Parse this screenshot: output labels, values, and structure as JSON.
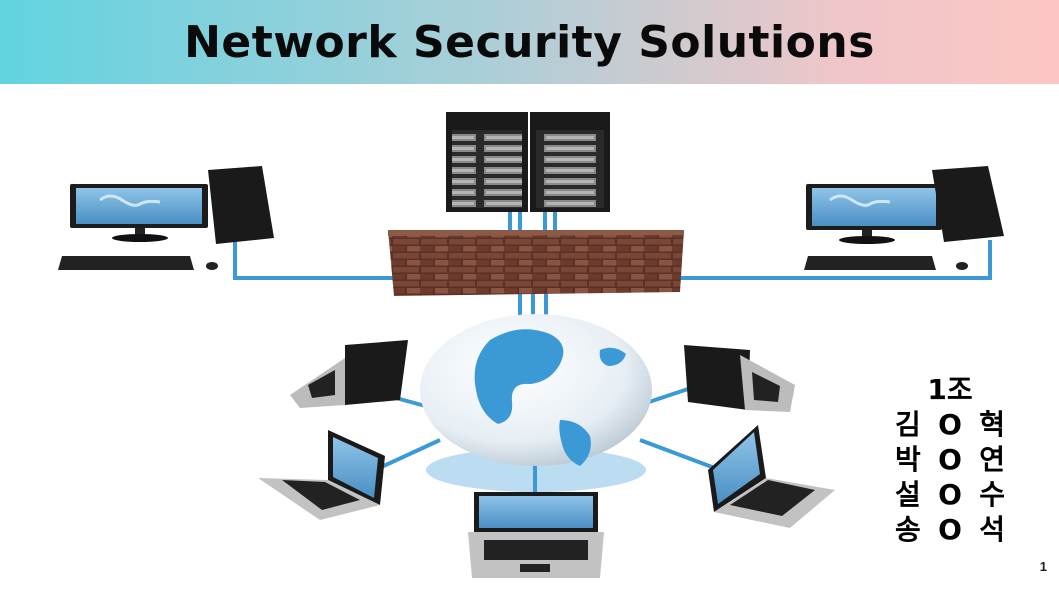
{
  "slide": {
    "title": "Network Security Solutions",
    "page_number": "1"
  },
  "team": {
    "group": "1조",
    "members": [
      [
        "김",
        "O",
        "혁"
      ],
      [
        "박",
        "O",
        "연"
      ],
      [
        "설",
        "O",
        "수"
      ],
      [
        "송",
        "O",
        "석"
      ]
    ]
  },
  "colors": {
    "header_left": "#62d3e0",
    "header_right": "#fdc6c6",
    "cable": "#3b9ad6",
    "brick": "#6b3a2c"
  }
}
